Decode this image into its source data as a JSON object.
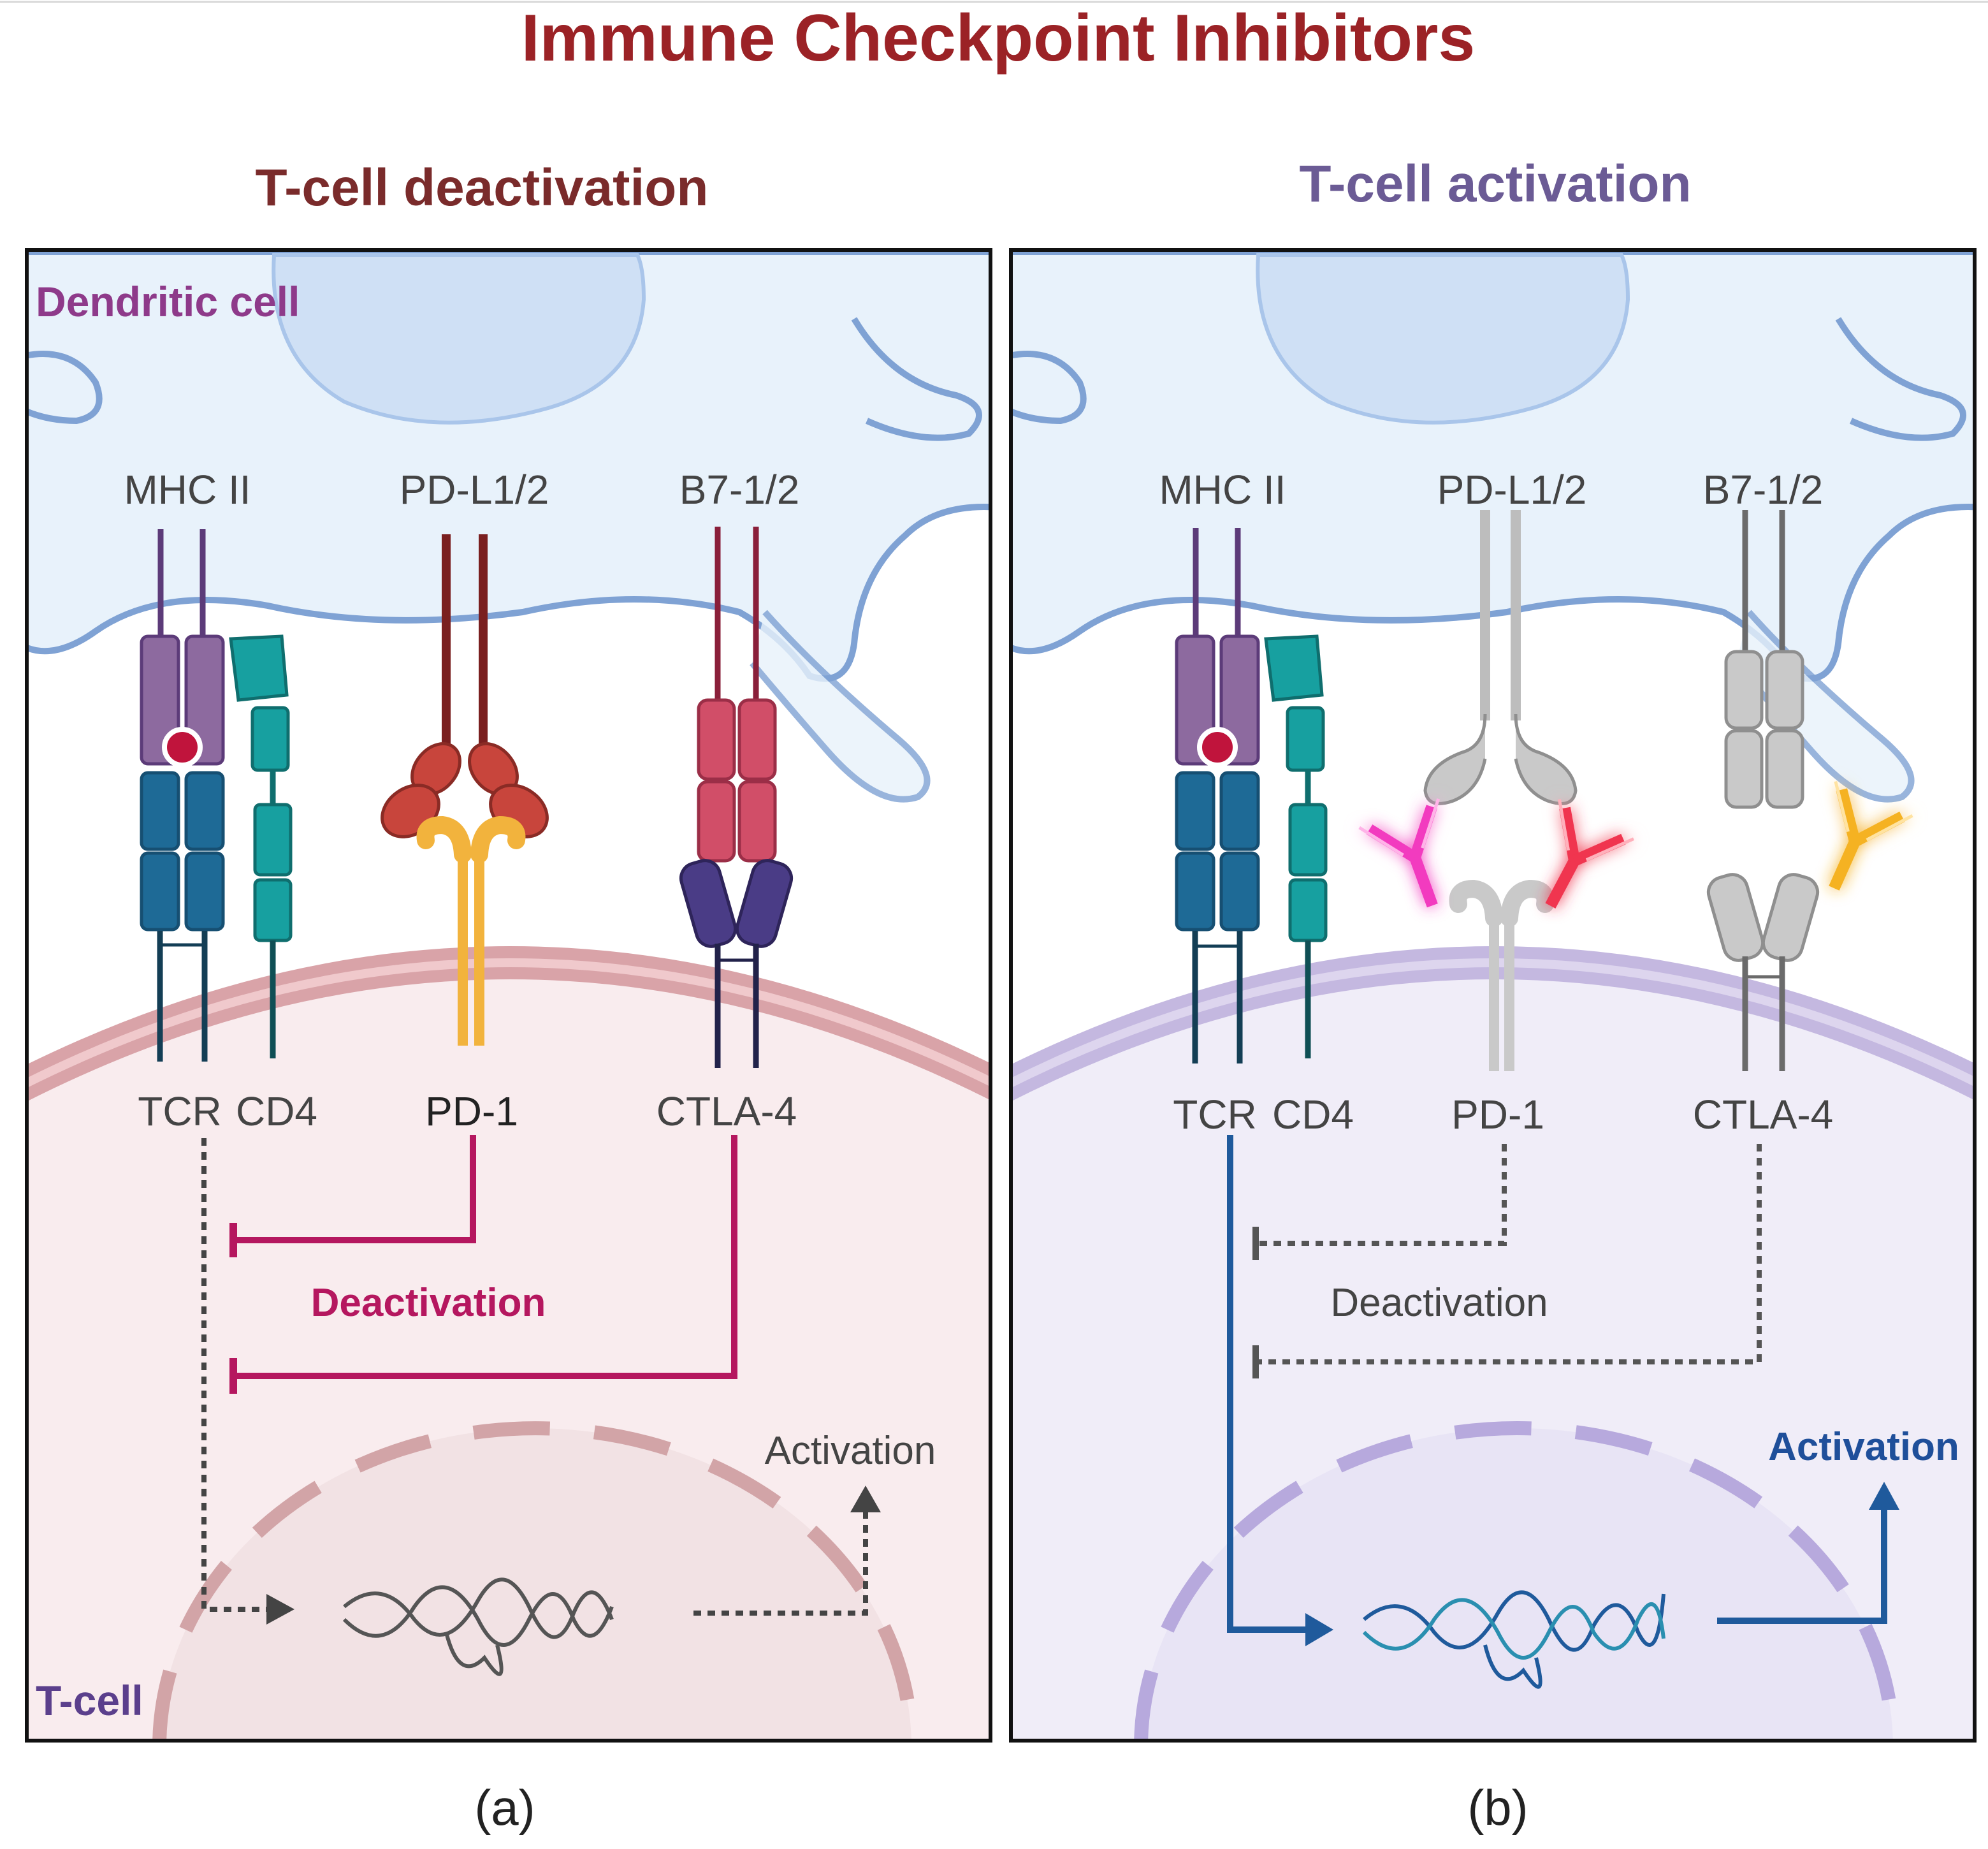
{
  "title": "Immune Checkpoint Inhibitors",
  "colors": {
    "title": "#9b2226",
    "deact_heading": "#7a2b2b",
    "act_heading": "#6b5b95",
    "dendritic_label": "#8e3a8a",
    "tcell_label": "#5b3f8c",
    "inhibit_magenta": "#b5175f",
    "activation_blue": "#1f5a9c",
    "dendritic_fill": "#e8f2fb",
    "dendritic_edge": "#7fa2d4",
    "nucleus_fill": "#cfe0f5",
    "tcell_a_fill": "#f9ecee",
    "tcell_b_fill": "#f0edf8",
    "mhc_purple": "#8d6a9f",
    "tcr_blue": "#1e6a96",
    "cd4_teal": "#17a0a0",
    "pdl_red": "#c8453c",
    "pd1_gold": "#f2b33d",
    "b7_pink": "#d14e68",
    "ctla4_indigo": "#4a3c86",
    "blocked_gray": "#c9c9c9",
    "antibody_magenta": "#f23bbf",
    "antibody_red": "#f0344f",
    "antibody_gold": "#f5b224"
  },
  "panels": [
    {
      "id": "a",
      "heading": "T-cell deactivation",
      "caption": "(a)",
      "dendritic_label": "Dendritic cell",
      "tcell_label": "T-cell",
      "receptors": {
        "mhc": "MHC II",
        "pdl": "PD-L1/2",
        "b7": "B7-1/2",
        "tcr": "TCR",
        "cd4": "CD4",
        "pd1": "PD-1",
        "ctla4": "CTLA-4"
      },
      "deactivation_label": "Deactivation",
      "activation_label": "Activation"
    },
    {
      "id": "b",
      "heading": "T-cell activation",
      "caption": "(b)",
      "receptors": {
        "mhc": "MHC II",
        "pdl": "PD-L1/2",
        "b7": "B7-1/2",
        "tcr": "TCR",
        "cd4": "CD4",
        "pd1": "PD-1",
        "ctla4": "CTLA-4"
      },
      "deactivation_label": "Deactivation",
      "activation_label": "Activation"
    }
  ]
}
